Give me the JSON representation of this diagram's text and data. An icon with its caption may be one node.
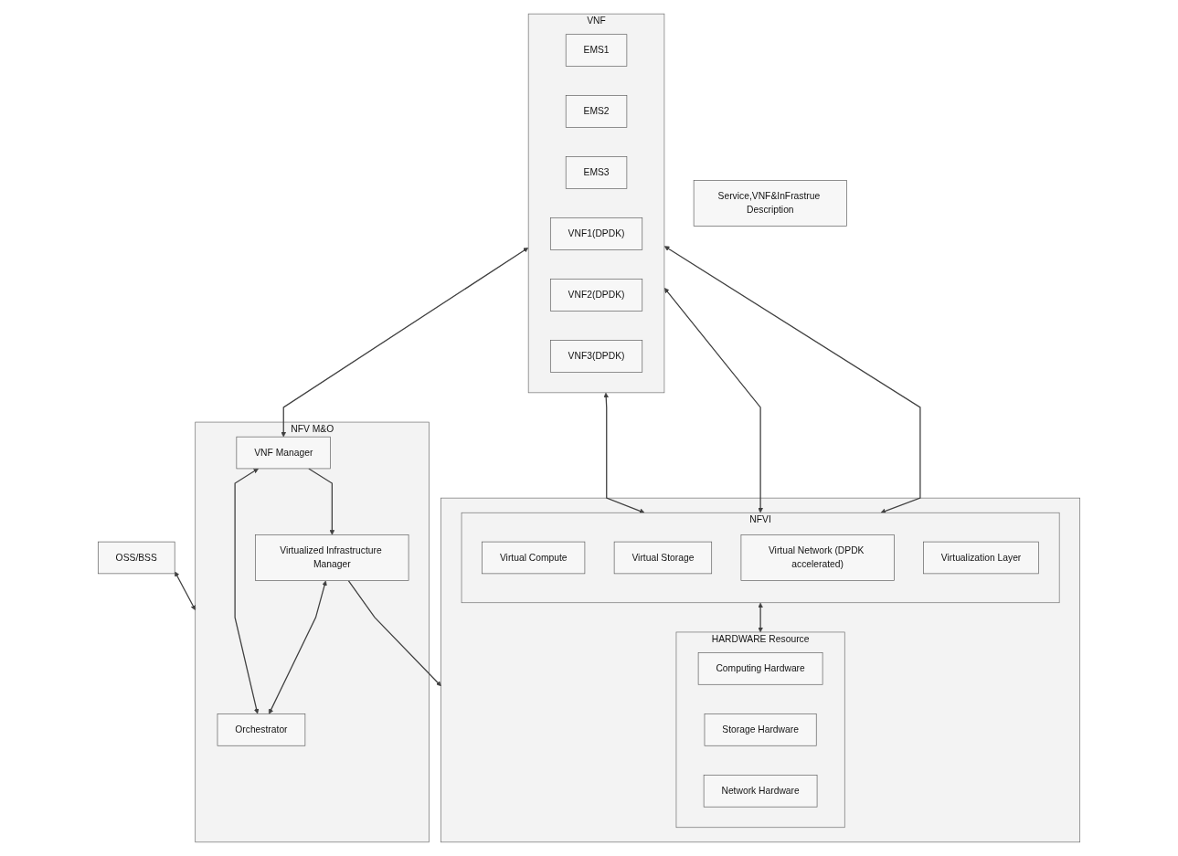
{
  "diagram": {
    "nodes": [
      {
        "text": [
          "OSS/BSS"
        ]
      },
      {
        "text": [
          "NFV M&O"
        ]
      },
      {
        "text": [
          "Orchestrator"
        ],
        "in": 1
      },
      {
        "text": [
          "Service,VNF&InFrastrue Description"
        ]
      },
      {
        "text": [
          "VNF"
        ]
      },
      {
        "text": [
          "EMS1"
        ],
        "in": 4
      },
      {
        "text": [
          "EMS2"
        ],
        "in": 4
      },
      {
        "text": [
          "EMS3"
        ],
        "in": 4
      },
      {
        "text": [
          "VNF1(DPDK)"
        ],
        "in": 4
      },
      {
        "text": [
          "VNF2(DPDK)"
        ],
        "in": 4
      },
      {
        "text": [
          "VNF3(DPDK)"
        ],
        "in": 4
      },
      {
        "text": [
          "VNF Manager"
        ],
        "in": 1
      },
      {
        "text": [],
        "shape": "box"
      },
      {
        "text": [
          "NFVI"
        ],
        "in": 12
      },
      {
        "text": [
          "Virtual Compute"
        ],
        "in": 13
      },
      {
        "text": [
          "Virtual Storage"
        ],
        "in": 13
      },
      {
        "text": [
          "Virtual Network (DPDK accelerated)"
        ],
        "in": 13
      },
      {
        "text": [
          "Virtualization Layer"
        ],
        "in": 13
      },
      {
        "text": [
          "Virtualized Infrastructure Manager"
        ],
        "in": 1
      },
      {
        "text": [
          "HARDWARE Resource"
        ],
        "in": 12
      },
      {
        "text": [
          "Computing Hardware"
        ],
        "in": 19
      },
      {
        "text": [
          "Storage Hardware"
        ],
        "in": 19
      },
      {
        "text": [
          "Network Hardware"
        ],
        "in": 19
      }
    ],
    "edges": [
      {
        "from": 0,
        "to": 1,
        "arrow": "both"
      },
      {
        "from": 2,
        "to": 11,
        "arrow": "both"
      },
      {
        "from": 11,
        "to": 18,
        "arrow": "to"
      },
      {
        "from": 18,
        "to": 2,
        "arrow": "both"
      },
      {
        "from": 4,
        "to": 11,
        "arrow": "both"
      },
      {
        "from": 4,
        "to": 13,
        "arrow": "both"
      },
      {
        "from": 4,
        "to": 13,
        "arrow": "both"
      },
      {
        "from": 4,
        "to": 13,
        "arrow": "both"
      },
      {
        "from": 13,
        "to": 19,
        "arrow": "both"
      },
      {
        "from": 18,
        "to": 12,
        "arrow": "to"
      }
    ]
  }
}
